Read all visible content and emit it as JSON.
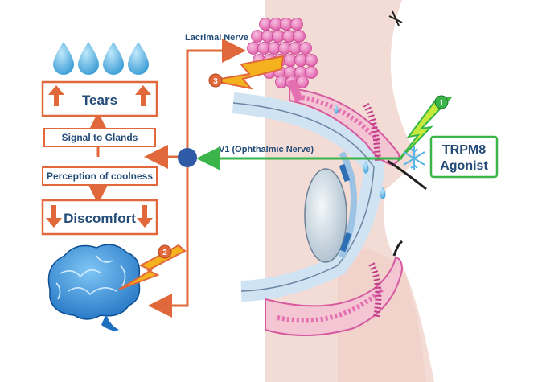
{
  "boxes": {
    "tears": "Tears",
    "signal": "Signal to Glands",
    "perception": "Perception of coolness",
    "discomfort": "Discomfort"
  },
  "labels": {
    "lacrimal": "Lacrimal Nerve",
    "v1": "V1 (Ophthalmic Nerve)",
    "agonist_line1": "TRPM8",
    "agonist_line2": "Agonist"
  },
  "badges": {
    "one": "1",
    "two": "2",
    "three": "3"
  },
  "colors": {
    "orange": "#e0683a",
    "green": "#3ab54a",
    "navy": "#234b77",
    "node": "#2f5aa6",
    "drop": "#58b6e6",
    "skin": "#f4dcd6",
    "gland": "#e46fb1",
    "eye": "#cfe3f3"
  },
  "icons": {
    "drops": "water-drop-icon",
    "brain": "brain-icon",
    "snowflake": "snowflake-icon",
    "lightning": "lightning-bolt-icon"
  }
}
